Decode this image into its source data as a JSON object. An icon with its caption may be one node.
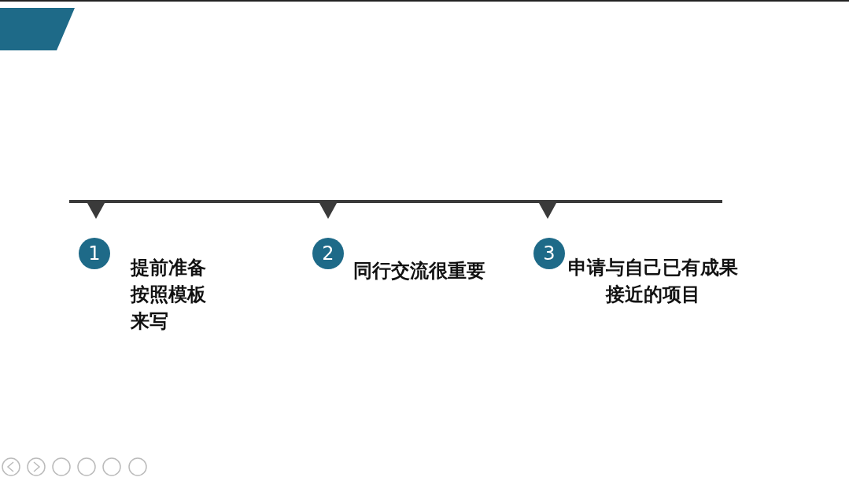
{
  "diagram": {
    "nodes": [
      {
        "text": [
          "1"
        ],
        "beside": [
          "提前准备按照模板来写"
        ]
      },
      {
        "text": [
          "2"
        ],
        "beside": [
          "同行交流很重要"
        ]
      },
      {
        "text": [
          "3"
        ],
        "beside": [
          "申请与自己已有成果接近的项目"
        ]
      }
    ],
    "edges": []
  }
}
